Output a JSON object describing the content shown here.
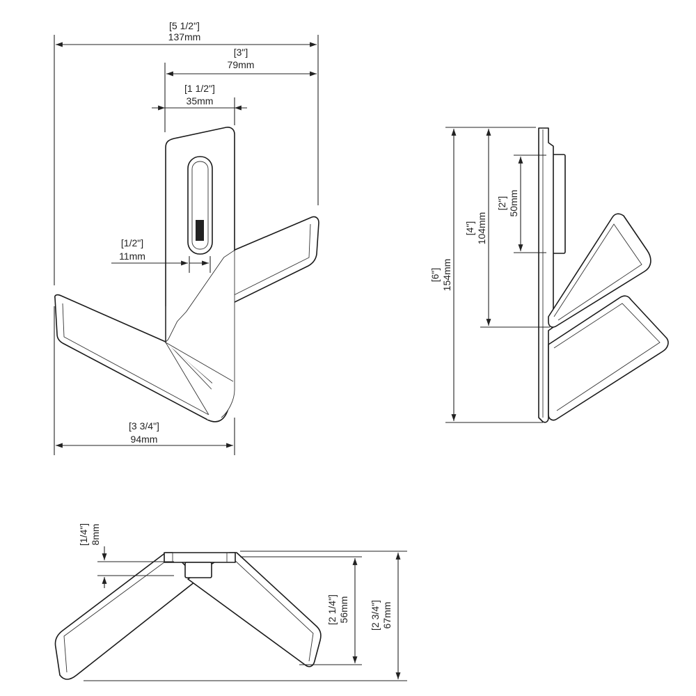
{
  "views": {
    "front": {
      "overall_width": {
        "imperial": "[5 1/2\"]",
        "metric": "137mm"
      },
      "hook_reach": {
        "imperial": "[3\"]",
        "metric": "79mm"
      },
      "plate_width": {
        "imperial": "[1 1/2\"]",
        "metric": "35mm"
      },
      "slot_width": {
        "imperial": "[1/2\"]",
        "metric": "11mm"
      },
      "base_width": {
        "imperial": "[3 3/4\"]",
        "metric": "94mm"
      }
    },
    "side": {
      "overall_height": {
        "imperial": "[6\"]",
        "metric": "154mm"
      },
      "upper_height": {
        "imperial": "[4\"]",
        "metric": "104mm"
      },
      "mount_height": {
        "imperial": "[2\"]",
        "metric": "50mm"
      }
    },
    "top": {
      "plate_thickness": {
        "imperial": "[1/4\"]",
        "metric": "8mm"
      },
      "arm_depth": {
        "imperial": "[2 1/4\"]",
        "metric": "56mm"
      },
      "total_depth": {
        "imperial": "[2 3/4\"]",
        "metric": "67mm"
      }
    }
  }
}
